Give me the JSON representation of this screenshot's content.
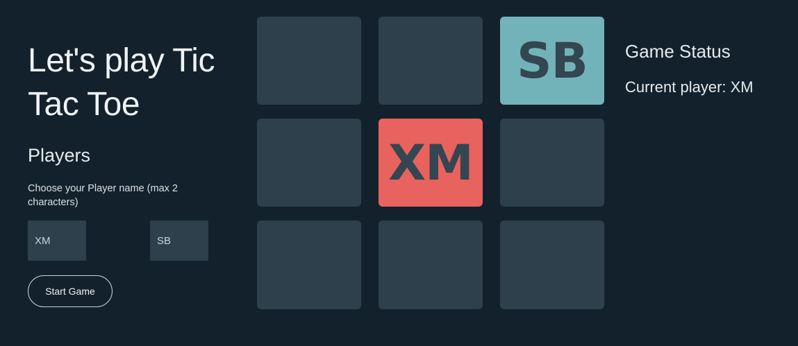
{
  "header": {
    "title": "Let's play Tic Tac Toe"
  },
  "players": {
    "heading": "Players",
    "instructions": "Choose your Player name (max 2 characters)",
    "player1_value": "XM",
    "player2_value": "SB",
    "start_button_label": "Start Game"
  },
  "board": {
    "cells": [
      "",
      "",
      "SB",
      "",
      "XM",
      "",
      "",
      "",
      ""
    ]
  },
  "status": {
    "heading": "Game Status",
    "current_player_text": "Current player: XM"
  },
  "colors": {
    "background": "#13212c",
    "cell_empty": "#2e404c",
    "cell_sb": "#72b3b9",
    "cell_xm": "#e8625e",
    "mark_text": "#334652"
  }
}
